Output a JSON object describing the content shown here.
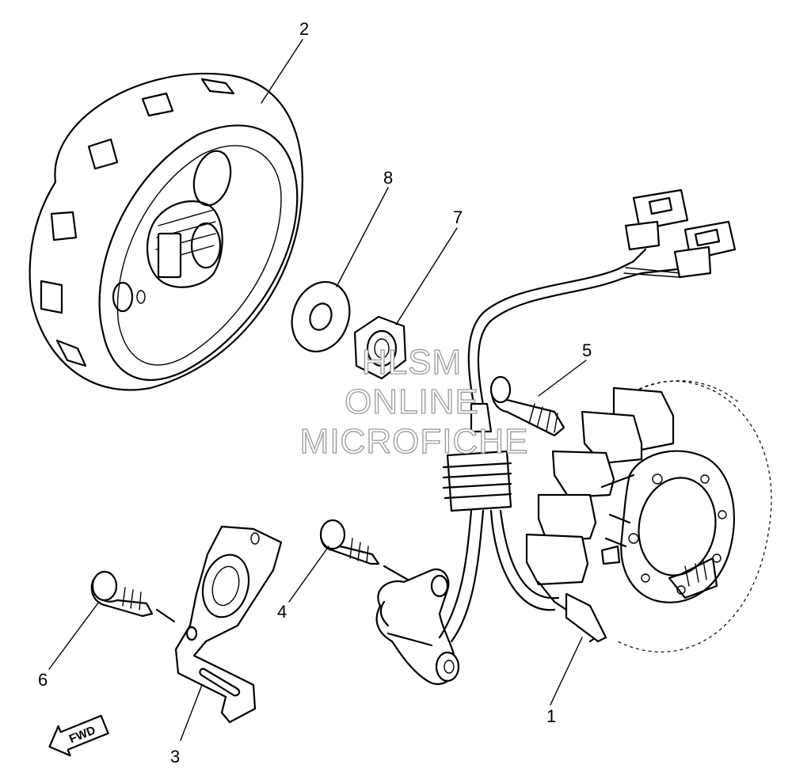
{
  "diagram": {
    "callouts": [
      {
        "id": "stator",
        "label": "1"
      },
      {
        "id": "rotor",
        "label": "2"
      },
      {
        "id": "bracket",
        "label": "3"
      },
      {
        "id": "bolt-pickup",
        "label": "4"
      },
      {
        "id": "bolt-stator",
        "label": "5"
      },
      {
        "id": "bolt-bracket",
        "label": "6"
      },
      {
        "id": "nut",
        "label": "7"
      },
      {
        "id": "washer",
        "label": "8"
      }
    ],
    "direction_badge": "FWD",
    "watermark": [
      "HLSM",
      "ONLINE",
      "MICROFICHE"
    ]
  }
}
